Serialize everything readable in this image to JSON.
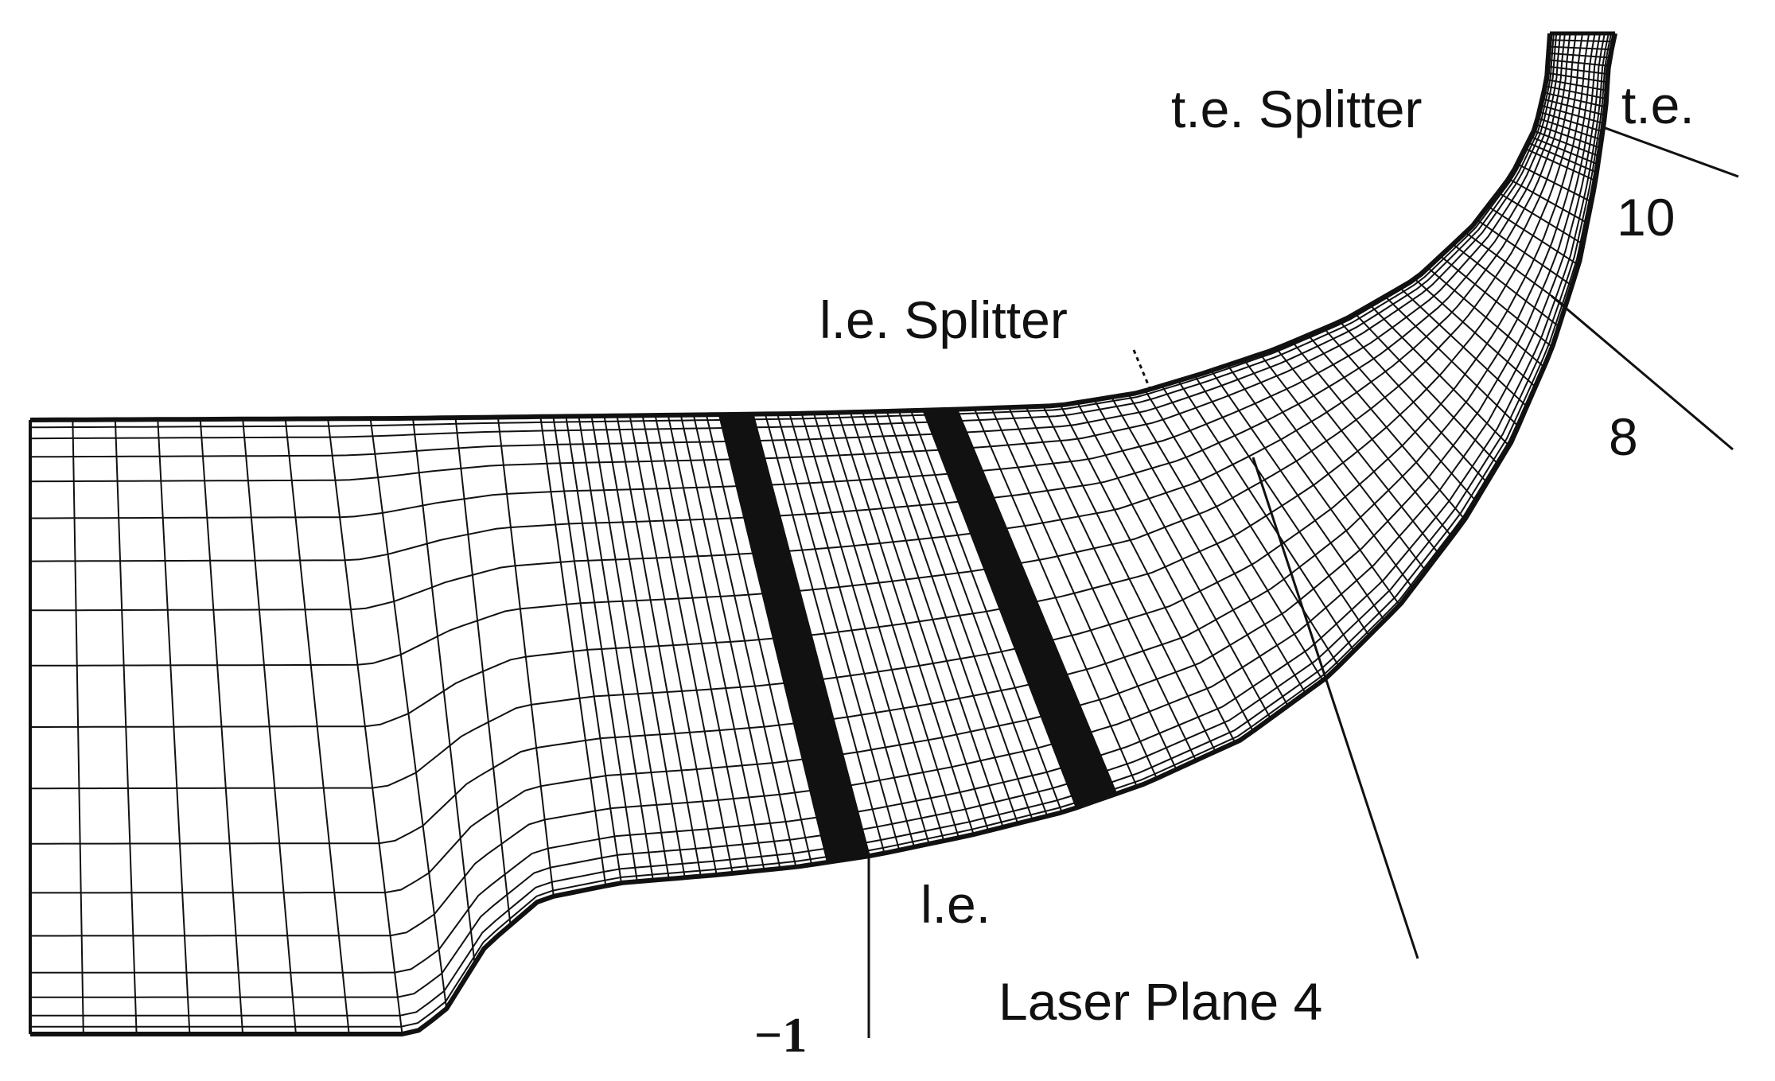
{
  "labels": {
    "te_splitter": "t.e. Splitter",
    "te": "t.e.",
    "station_10": "10",
    "le_splitter": "l.e. Splitter",
    "station_8": "8",
    "le": "l.e.",
    "laser_plane": "Laser Plane 4",
    "station_minus1": "−1"
  },
  "colors": {
    "ink": "#111111",
    "background": "#ffffff"
  }
}
